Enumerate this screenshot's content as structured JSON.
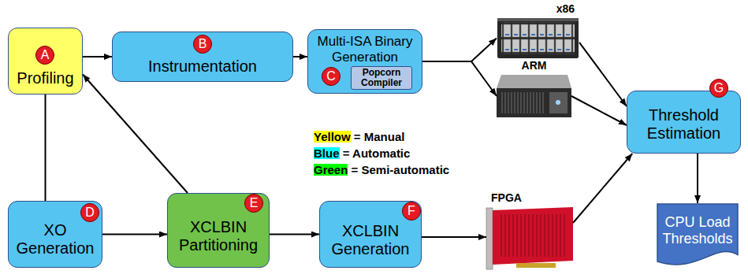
{
  "diagram": {
    "nodes": [
      {
        "text": [
          "Profiling"
        ]
      },
      {
        "text": [
          "Instrumentation"
        ]
      },
      {
        "text": [
          "Multi-ISA Binary Generation"
        ]
      },
      {
        "text": [
          "Popcorn Compiler"
        ],
        "in": 2
      },
      {
        "text": [
          "x86"
        ]
      },
      {
        "text": [
          "Threshold Estimation"
        ]
      },
      {
        "text": [
          "ARM"
        ]
      },
      {
        "text": [
          "CPU Load Thresholds"
        ]
      },
      {
        "text": [
          "XO Generation"
        ]
      },
      {
        "text": [
          "XCLBIN Partitioning"
        ]
      },
      {
        "text": [
          "XCLBIN Generation"
        ]
      },
      {
        "text": [
          "FPGA"
        ]
      }
    ],
    "edges": [
      {
        "from": 0,
        "to": 1,
        "arrow": "to"
      },
      {
        "from": 1,
        "to": 2,
        "arrow": "to"
      },
      {
        "from": 2,
        "to": 4,
        "arrow": "to"
      },
      {
        "from": 2,
        "to": 6,
        "arrow": "to"
      },
      {
        "from": 4,
        "to": 5,
        "arrow": "to"
      },
      {
        "from": 6,
        "to": 5,
        "arrow": "to"
      },
      {
        "from": 11,
        "to": 5,
        "arrow": "to"
      },
      {
        "from": 5,
        "to": 7,
        "arrow": "to"
      },
      {
        "from": 0,
        "to": 8,
        "arrow": "none"
      },
      {
        "from": 8,
        "to": 9,
        "arrow": "to"
      },
      {
        "from": 9,
        "to": 0,
        "arrow": "to"
      },
      {
        "from": 9,
        "to": 10,
        "arrow": "to"
      },
      {
        "from": 10,
        "to": 11,
        "arrow": "to"
      }
    ],
    "labels": [
      "A",
      "B",
      "C",
      "D",
      "E",
      "F",
      "G"
    ],
    "legend": [
      {
        "text": "Yellow = Manual",
        "color": "#ffff00"
      },
      {
        "text": "Blue = Automatic",
        "color": "#00ffff"
      },
      {
        "text": "Green = Semi-automatic",
        "color": "#00ff00"
      }
    ]
  }
}
